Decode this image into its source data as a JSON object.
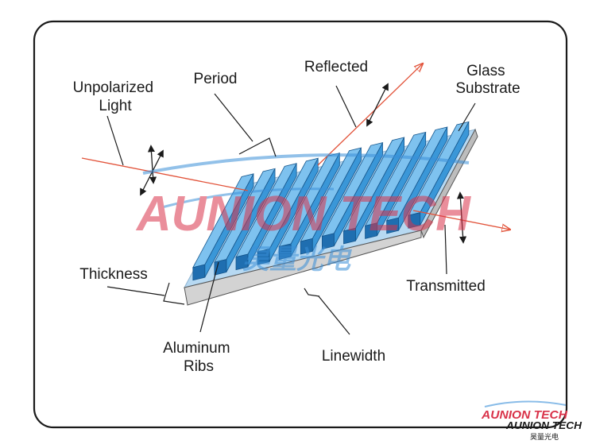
{
  "labels": {
    "unpolarized_line1": "Unpolarized",
    "unpolarized_line2": "Light",
    "period": "Period",
    "reflected": "Reflected",
    "glass_line1": "Glass",
    "glass_line2": "Substrate",
    "thickness": "Thickness",
    "transmitted": "Transmitted",
    "aluminum_line1": "Aluminum",
    "aluminum_line2": "Ribs",
    "linewidth": "Linewidth"
  },
  "watermark": {
    "brand": "AUNION TECH",
    "brand_cn": "昊量光电",
    "corner_brand": "AUNION TECH",
    "corner_cn": "昊量光电"
  },
  "diagram": {
    "rib_count": 11,
    "colors": {
      "rib_face": "#3a97d8",
      "rib_top": "#7ec2ef",
      "rib_side": "#1f6eb0",
      "substrate_top": "#b7d9f2",
      "substrate_edge": "#cfcfcf",
      "beam": "#e2533a",
      "border": "#1a1a1a",
      "watermark_red": "#d9334a",
      "watermark_blue": "#3a8fd8"
    }
  }
}
